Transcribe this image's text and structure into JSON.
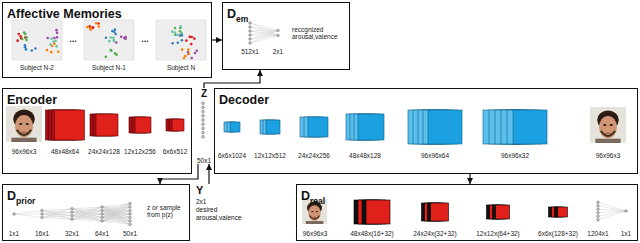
{
  "diagram": {
    "nodes": [
      {
        "text": [
          "Affective Memories"
        ]
      },
      {
        "text": [
          "D",
          "em"
        ]
      },
      {
        "text": [
          "Encoder"
        ]
      },
      {
        "text": [
          "Z",
          "50x1"
        ]
      },
      {
        "text": [
          "Decoder"
        ]
      },
      {
        "text": [
          "Y",
          "2x1",
          "desired arousal,valence"
        ]
      },
      {
        "text": [
          "D",
          "prior"
        ]
      },
      {
        "text": [
          "D",
          "real"
        ]
      }
    ],
    "edges": [
      {
        "from": 0,
        "to": 1,
        "arrow": "to"
      },
      {
        "from": 3,
        "to": 1,
        "arrow": "to"
      },
      {
        "from": 3,
        "to": 6,
        "arrow": "to"
      },
      {
        "from": 5,
        "to": 3,
        "arrow": "to"
      },
      {
        "from": 4,
        "to": 7,
        "arrow": "to"
      }
    ],
    "labels": [
      "Subject N-2",
      "...",
      "Subject N-1",
      "...",
      "Subject N",
      "reccgnized arousal,valence",
      "512x1",
      "2x1",
      "96x96x3",
      "48x48x64",
      "24x24x128",
      "12x12x256",
      "6x6x512",
      "6x6x1024",
      "12x12x512",
      "24x24x256",
      "48x48x128",
      "96x96x64",
      "96x96x32",
      "96x96x3",
      "1x1",
      "16x1",
      "32x1",
      "64x1",
      "50x1",
      "z or sample from p(z)",
      "96x96x3",
      "48x48x(16+32)",
      "24x24x(32+32)",
      "12x12x(64+32)",
      "6x6x(128+32)",
      "1204x1",
      "1x1"
    ]
  }
}
